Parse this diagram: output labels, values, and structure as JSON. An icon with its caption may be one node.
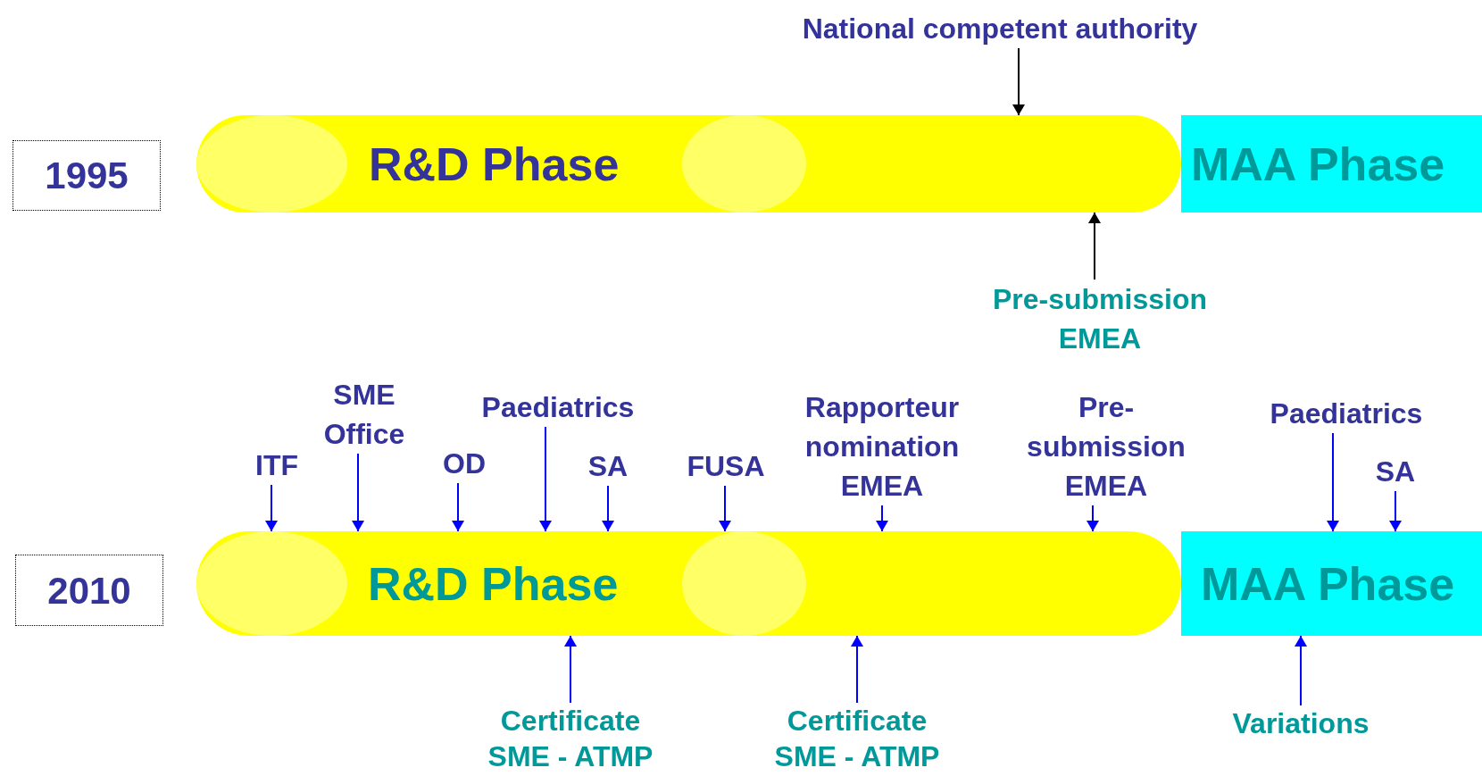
{
  "diagram": {
    "nodes": [
      {
        "text": [
          "1995"
        ]
      },
      {
        "text": [
          "R&D Phase"
        ]
      },
      {
        "text": [
          "MAA Phase"
        ]
      },
      {
        "text": [
          "National competent authority"
        ]
      },
      {
        "text": [
          "Pre-submission EMEA"
        ]
      },
      {
        "text": [
          "2010"
        ]
      },
      {
        "text": [
          "R&D Phase"
        ]
      },
      {
        "text": [
          "MAA Phase"
        ]
      },
      {
        "text": [
          "ITF"
        ]
      },
      {
        "text": [
          "SME Office"
        ]
      },
      {
        "text": [
          "OD"
        ]
      },
      {
        "text": [
          "Paediatrics"
        ]
      },
      {
        "text": [
          "SA"
        ]
      },
      {
        "text": [
          "FUSA"
        ]
      },
      {
        "text": [
          "Rapporteur nomination EMEA"
        ]
      },
      {
        "text": [
          "Pre-submission EMEA"
        ]
      },
      {
        "text": [
          "Paediatrics"
        ]
      },
      {
        "text": [
          "SA"
        ]
      },
      {
        "text": [
          "Certificate SME - ATMP"
        ]
      },
      {
        "text": [
          "Certificate SME - ATMP"
        ]
      },
      {
        "text": [
          "Variations"
        ]
      }
    ],
    "edges": [
      {
        "from": 3,
        "to": 1,
        "arrow": "to",
        "color": "#000000"
      },
      {
        "from": 4,
        "to": 1,
        "arrow": "to",
        "color": "#000000"
      },
      {
        "from": 8,
        "to": 6,
        "arrow": "to"
      },
      {
        "from": 9,
        "to": 6,
        "arrow": "to"
      },
      {
        "from": 10,
        "to": 6,
        "arrow": "to"
      },
      {
        "from": 11,
        "to": 6,
        "arrow": "to"
      },
      {
        "from": 12,
        "to": 6,
        "arrow": "to"
      },
      {
        "from": 13,
        "to": 6,
        "arrow": "to"
      },
      {
        "from": 14,
        "to": 6,
        "arrow": "to"
      },
      {
        "from": 15,
        "to": 6,
        "arrow": "to"
      },
      {
        "from": 16,
        "to": 7,
        "arrow": "to"
      },
      {
        "from": 17,
        "to": 7,
        "arrow": "to"
      },
      {
        "from": 18,
        "to": 6,
        "arrow": "to"
      },
      {
        "from": 19,
        "to": 6,
        "arrow": "to"
      },
      {
        "from": 20,
        "to": 7,
        "arrow": "to"
      }
    ]
  }
}
